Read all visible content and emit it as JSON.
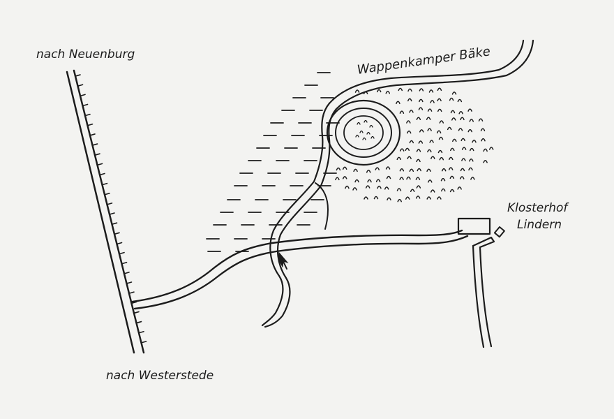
{
  "labels": {
    "north_road": "nach Neuenburg",
    "south_road": "nach Westerstede",
    "stream": "Wappenkamper Bäke",
    "farm_line1": "Klosterhof",
    "farm_line2": "Lindern"
  },
  "colors": {
    "paper": "#f3f3f1",
    "ink": "#1c1c1c"
  },
  "symbols": {
    "railway": "railway-hatched-line",
    "marsh": "marsh-dash-symbols",
    "woodland": "tree-u-symbols",
    "ringwall": "ringwall-earthwork",
    "site_marker": "arrow-icon",
    "buildings": "farm-building-rectangles"
  }
}
